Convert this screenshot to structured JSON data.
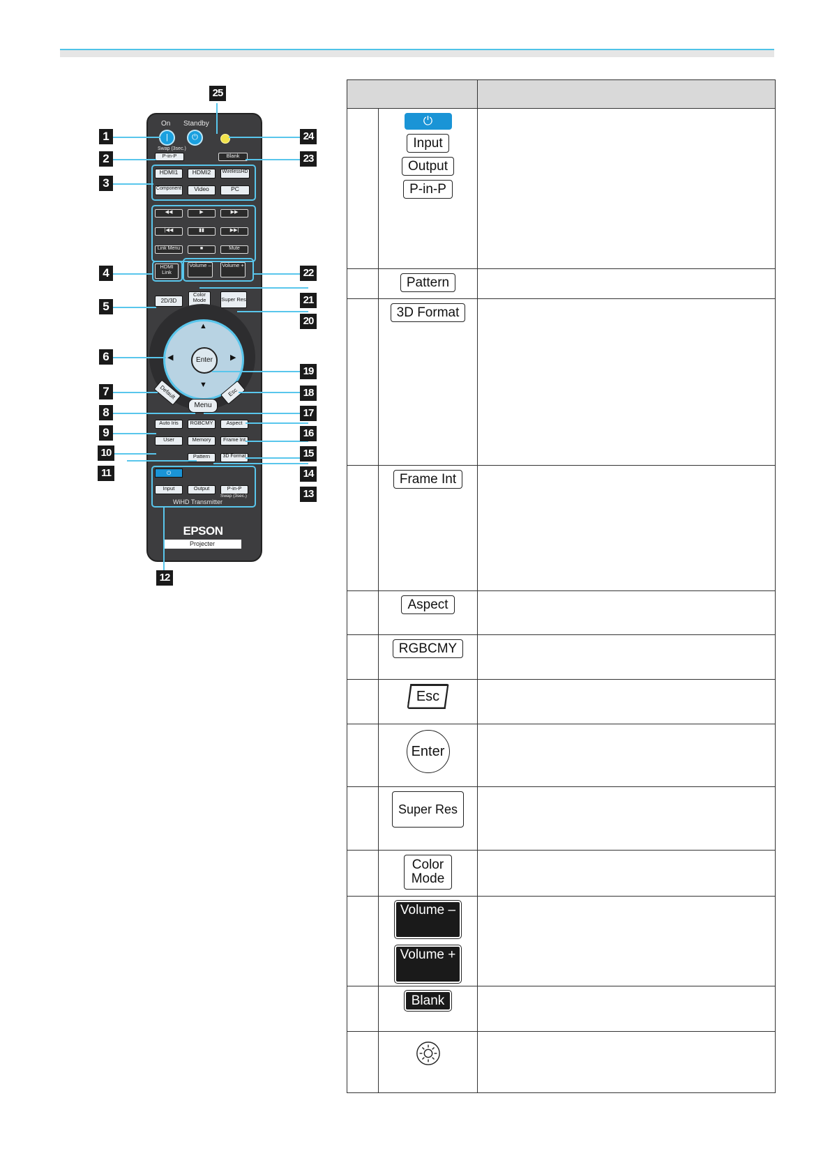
{
  "remote": {
    "on_label": "On",
    "standby_label": "Standby",
    "swap_label": "Swap (3sec.)",
    "pinp_label": "P-in-P",
    "blank_label": "Blank",
    "sources": [
      "HDMI1",
      "HDMI2",
      "WirelessHD",
      "Component",
      "Video",
      "PC"
    ],
    "playback": [
      "◀◀",
      "▶",
      "▶▶",
      "|◀◀",
      "▮▮",
      "▶▶|",
      "Link Menu",
      "■",
      "Mute"
    ],
    "hdmi_link": "HDMI Link",
    "volume_minus": "Volume –",
    "volume_plus": "Volume +",
    "b2d3d": "2D/3D",
    "color_mode": "Color Mode",
    "super_res": "Super Res",
    "enter": "Enter",
    "default": "Default",
    "esc": "Esc",
    "menu": "Menu",
    "auto_iris": "Auto Iris",
    "rgbcmy": "RGBCMY",
    "aspect": "Aspect",
    "user": "User",
    "memory": "Memory",
    "frame_int": "Frame Int",
    "pattern": "Pattern",
    "format3d": "3D Format",
    "wihd_input": "Input",
    "wihd_output": "Output",
    "wihd_pinp": "P-in-P",
    "wihd_swap": "Swap (3sec.)",
    "wihd_label": "WiHD Transmitter",
    "brand": "EPSON",
    "projector": "Projecter"
  },
  "callouts": [
    "1",
    "2",
    "3",
    "4",
    "5",
    "6",
    "7",
    "8",
    "9",
    "10",
    "11",
    "12",
    "13",
    "14",
    "15",
    "16",
    "17",
    "18",
    "19",
    "20",
    "21",
    "22",
    "23",
    "24",
    "25"
  ],
  "table": {
    "rows": [
      {
        "keys": [
          "⏻",
          "Input",
          "Output",
          "P-in-P"
        ]
      },
      {
        "keys": [
          "Pattern"
        ]
      },
      {
        "keys": [
          "3D Format"
        ]
      },
      {
        "keys": [
          "Frame Int"
        ]
      },
      {
        "keys": [
          "Aspect"
        ]
      },
      {
        "keys": [
          "RGBCMY"
        ]
      },
      {
        "keys": [
          "Esc"
        ]
      },
      {
        "keys": [
          "Enter"
        ]
      },
      {
        "keys": [
          "Super Res"
        ]
      },
      {
        "keys": [
          "Color",
          "Mode"
        ]
      },
      {
        "keys": [
          "Volume –",
          "Volume +"
        ]
      },
      {
        "keys": [
          "Blank"
        ]
      },
      {
        "keys": [
          "sun-icon"
        ]
      }
    ]
  }
}
